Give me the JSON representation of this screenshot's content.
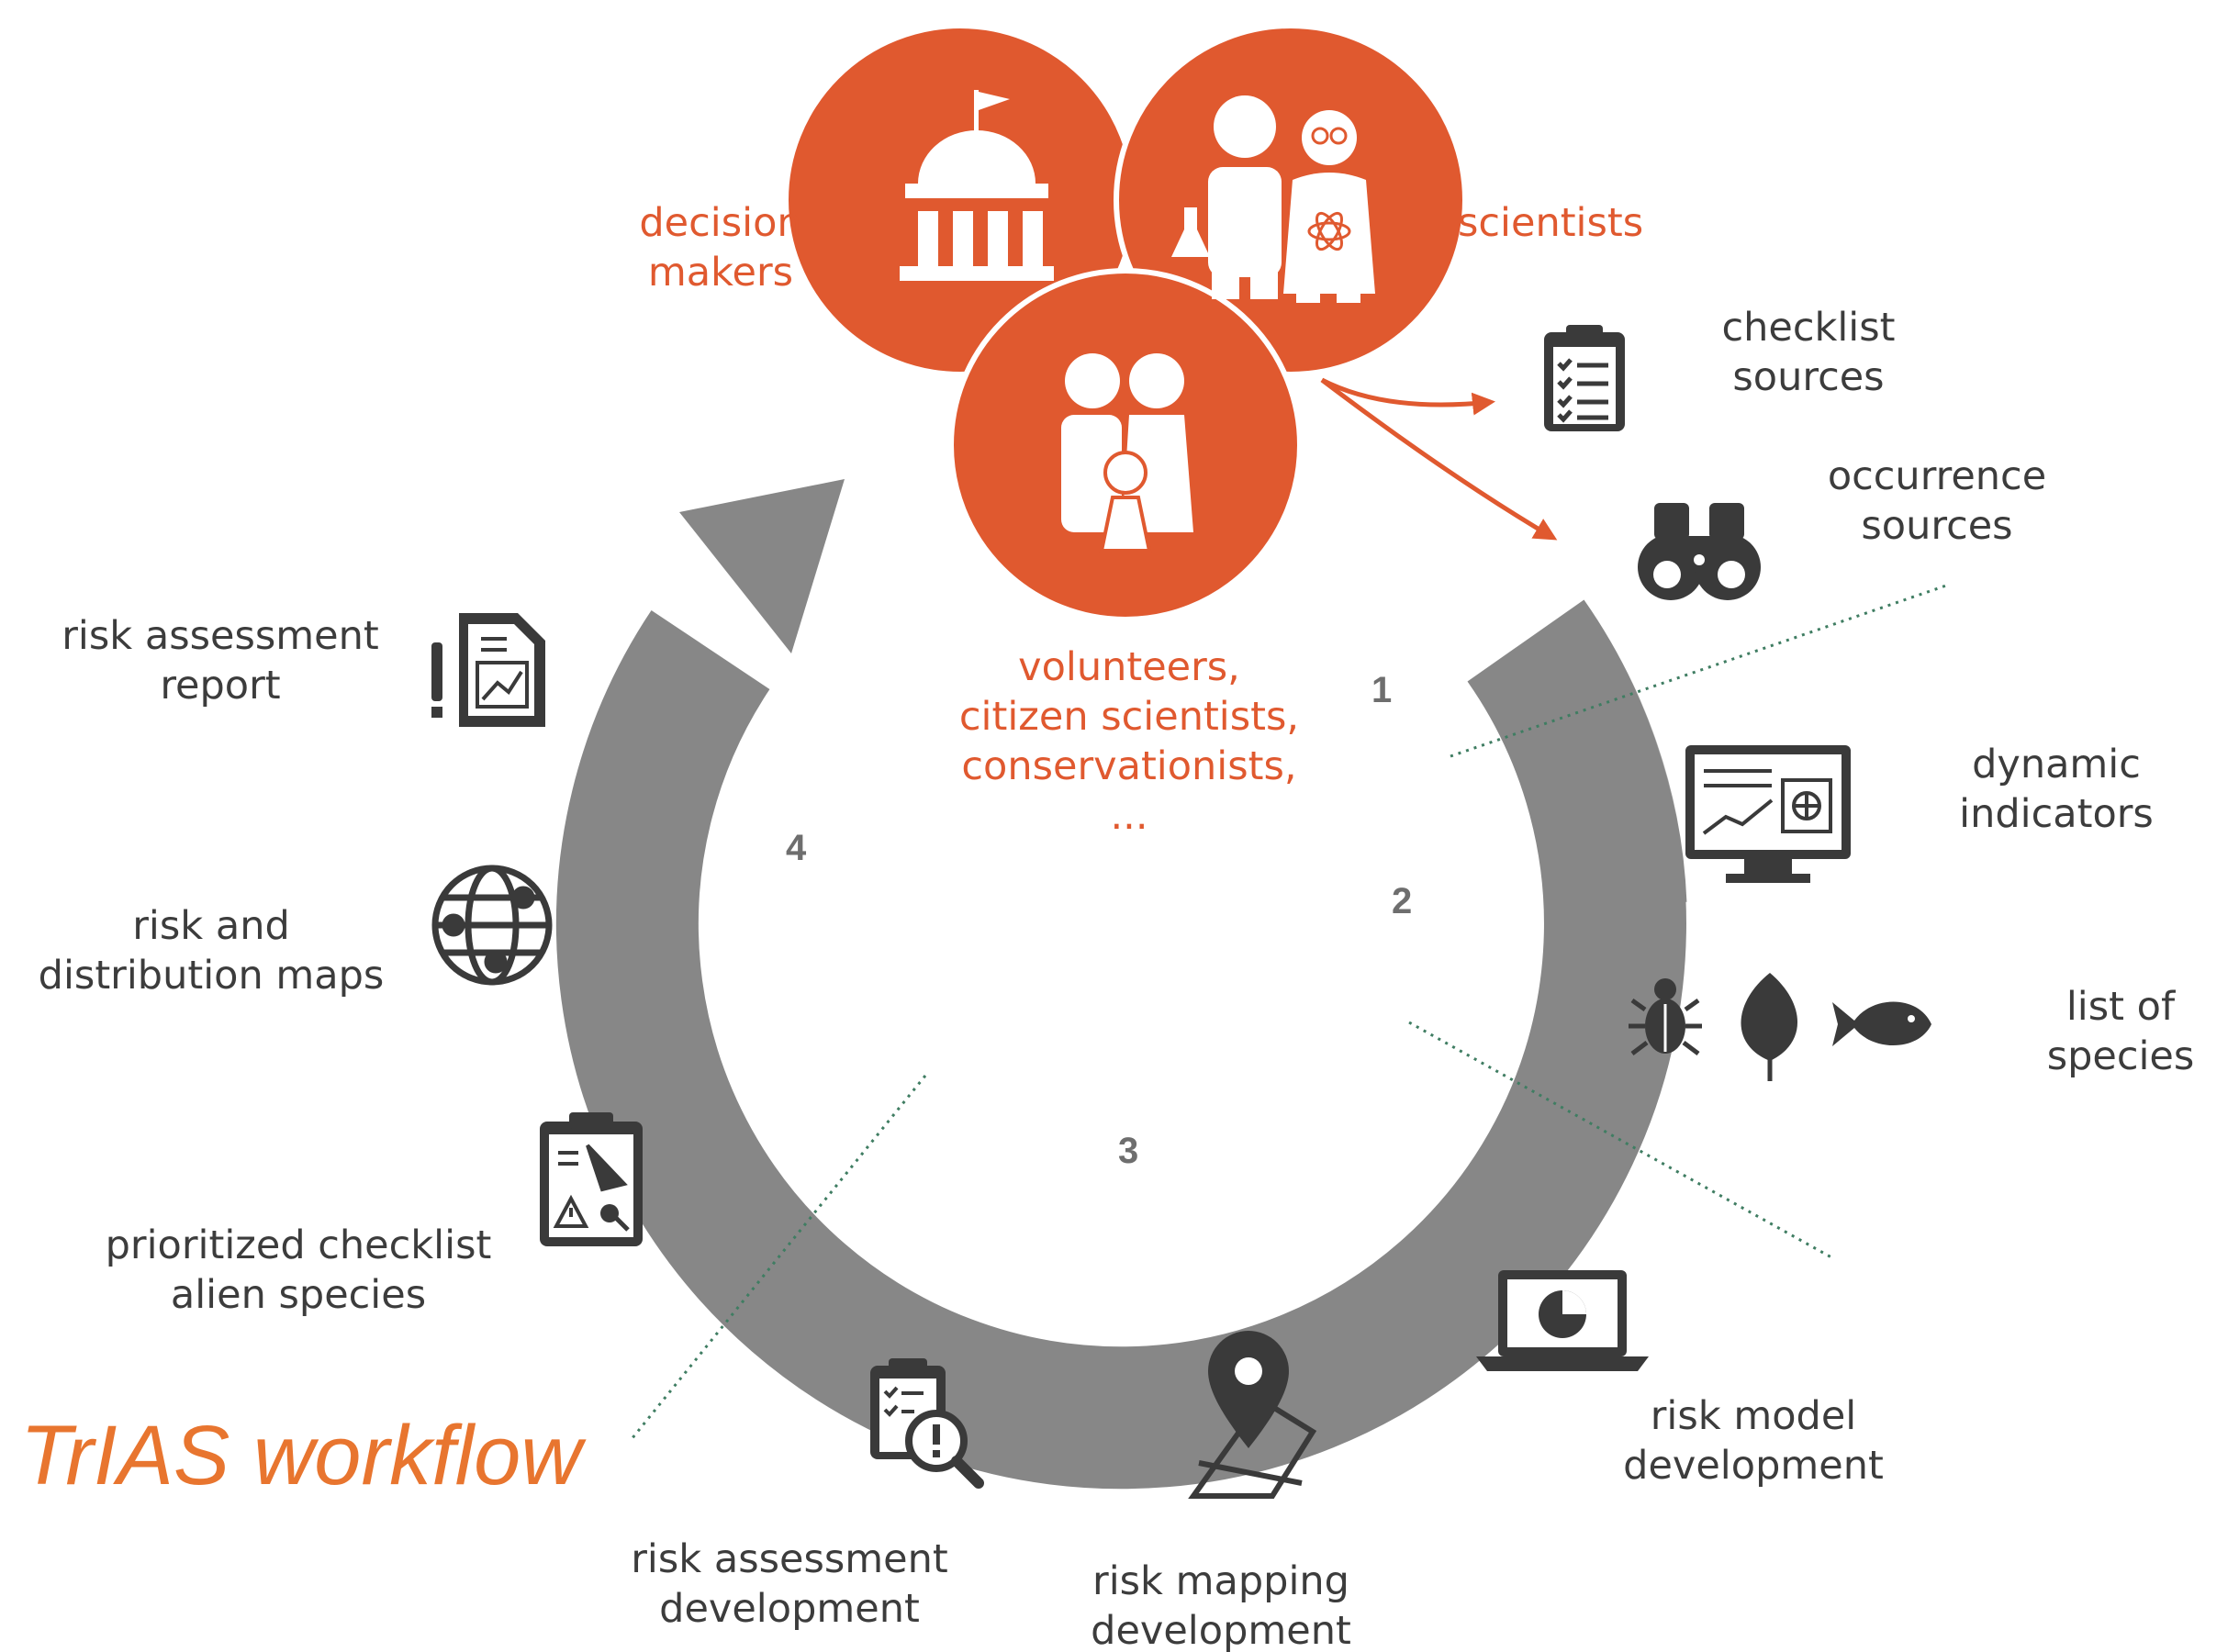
{
  "title": "TrIAS workflow",
  "stakeholders": {
    "decision_makers": [
      "decision",
      "makers"
    ],
    "scientists": "scientists",
    "volunteers": [
      "volunteers,",
      "citizen scientists,",
      "conservationists,",
      "..."
    ]
  },
  "steps": [
    "1",
    "2",
    "3",
    "4"
  ],
  "outputs": {
    "checklist_sources": [
      "checklist",
      "sources"
    ],
    "occurrence_sources": [
      "occurrence",
      "sources"
    ],
    "dynamic_indicators": [
      "dynamic",
      "indicators"
    ],
    "list_of_species": [
      "list of",
      "species"
    ],
    "risk_model_development": [
      "risk model",
      "development"
    ],
    "risk_mapping_development": [
      "risk mapping",
      "development"
    ],
    "risk_assessment_development": [
      "risk assessment",
      "development"
    ],
    "prioritized_checklist": [
      "prioritized checklist",
      "alien species"
    ],
    "risk_distribution_maps": [
      "risk and",
      "distribution maps"
    ],
    "risk_assessment_report": [
      "risk assessment",
      "report"
    ]
  },
  "colors": {
    "orange": "#e0592f",
    "title_orange": "#e8752f",
    "cycle_gray": "#878787",
    "icon_dark": "#3a3a3a",
    "text": "#3c3c3c",
    "dotted": "#3f7d62"
  },
  "icons": [
    "capitol-icon",
    "scientists-icon",
    "family-icon",
    "clipboard-checklist-icon",
    "binoculars-icon",
    "monitor-dashboard-icon",
    "bug-icon",
    "leaf-icon",
    "fish-icon",
    "laptop-pie-icon",
    "map-pin-icon",
    "clipboard-search-icon",
    "clipboard-species-icon",
    "globe-network-icon",
    "report-chart-icon"
  ]
}
